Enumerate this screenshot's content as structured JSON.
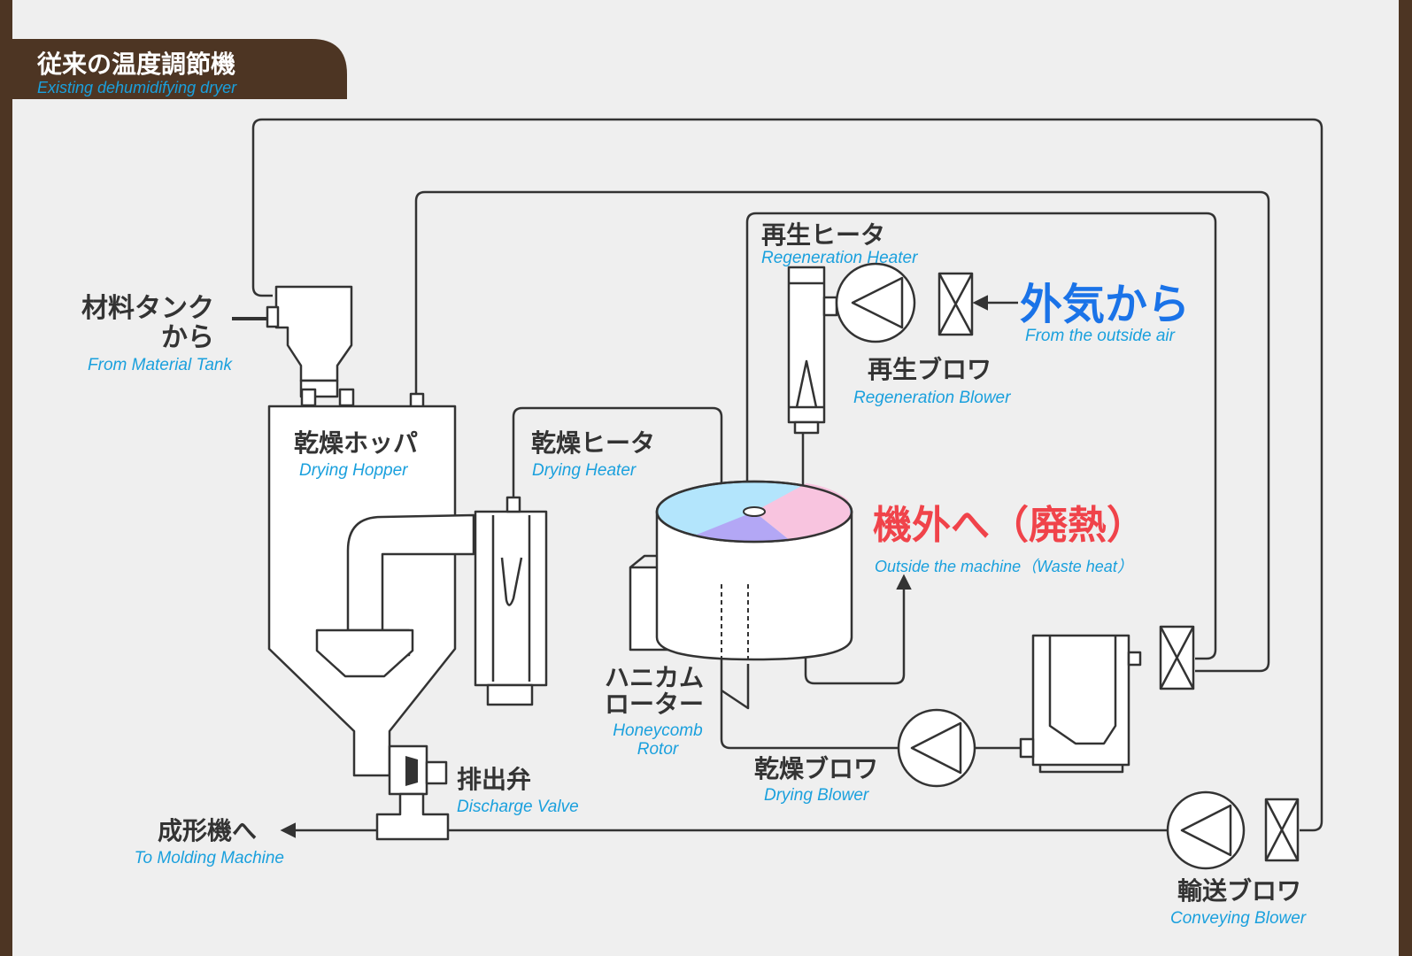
{
  "header": {
    "title": "従来の温度調節機",
    "subtitle": "Existing dehumidifying dryer"
  },
  "labels": {
    "material_tank": {
      "jp_line1": "材料タンク",
      "jp_line2": "から",
      "en": "From Material Tank"
    },
    "drying_hopper": {
      "jp": "乾燥ホッパ",
      "en": "Drying Hopper"
    },
    "drying_heater": {
      "jp": "乾燥ヒータ",
      "en": "Drying Heater"
    },
    "regeneration_heater": {
      "jp": "再生ヒータ",
      "en": "Regeneration Heater"
    },
    "outside_air": {
      "jp": "外気から",
      "en": "From the outside air"
    },
    "regeneration_blower": {
      "jp": "再生ブロワ",
      "en": "Regeneration Blower"
    },
    "outside_machine": {
      "jp": "機外へ（廃熱）",
      "en": "Outside the machine（Waste heat）"
    },
    "honeycomb_rotor": {
      "jp_line1": "ハニカム",
      "jp_line2": "ローター",
      "en_line1": "Honeycomb",
      "en_line2": "Rotor"
    },
    "discharge_valve": {
      "jp": "排出弁",
      "en": "Discharge Valve"
    },
    "to_molding": {
      "jp": "成形機へ",
      "en": "To Molding Machine"
    },
    "drying_blower": {
      "jp": "乾燥ブロワ",
      "en": "Drying Blower"
    },
    "conveying_blower": {
      "jp": "輸送ブロワ",
      "en": "Conveying Blower"
    }
  },
  "colors": {
    "frame_brown": "#4d3523",
    "background": "#efefef",
    "line": "#333333",
    "english_text": "#1aa0dd",
    "outside_air_blue": "#1a73e8",
    "waste_heat_red": "#f0434a",
    "rotor_blue": "#b3e5fc",
    "rotor_purple": "#b3a7f5",
    "rotor_pink": "#f8c4df"
  }
}
